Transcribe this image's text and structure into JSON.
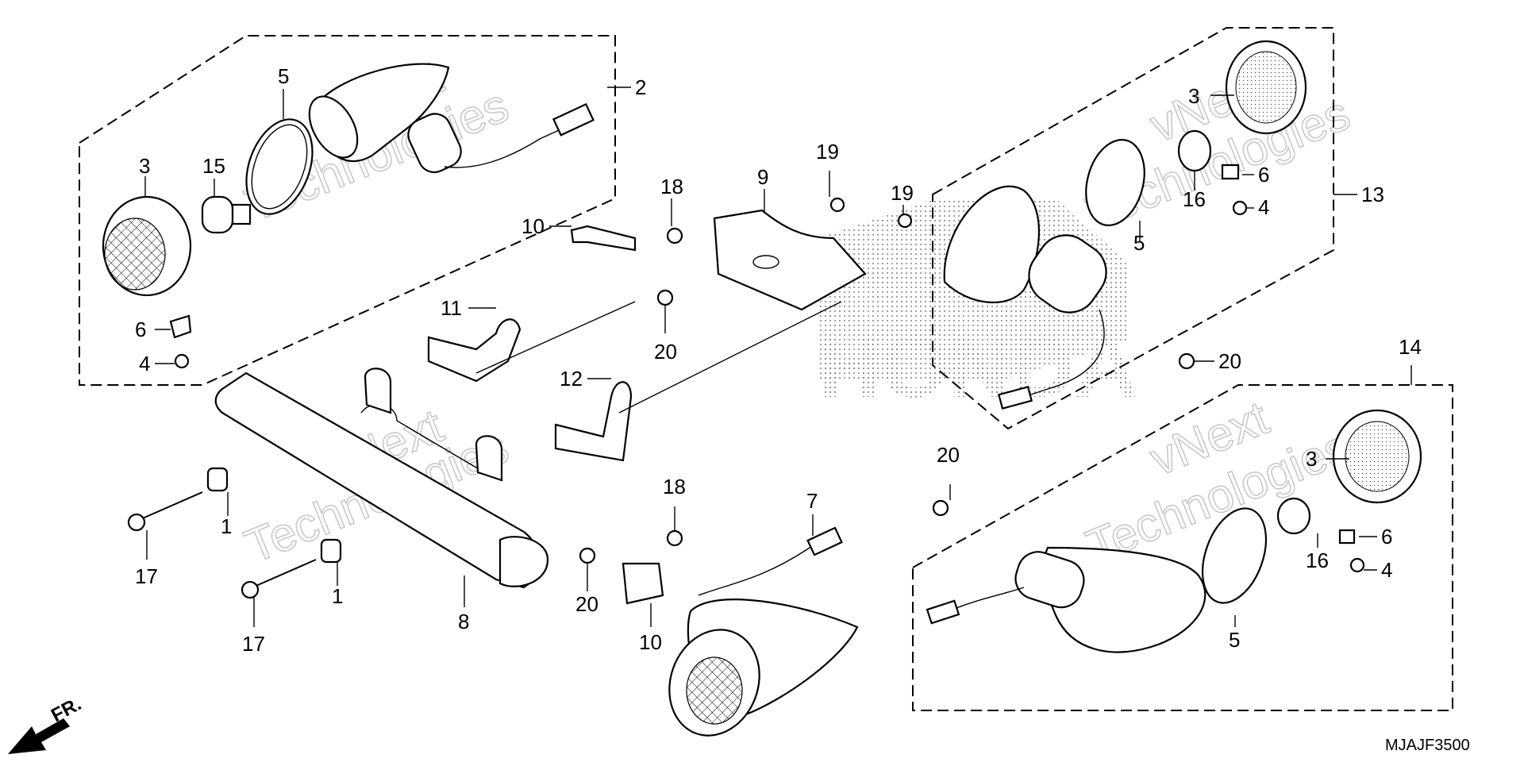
{
  "diagram_code": "MJAJF3500",
  "direction_label": "FR.",
  "watermark": {
    "line1": "vNext",
    "line2": "Technologies"
  },
  "background_mark": "HONDA",
  "callouts": {
    "c_2": "2",
    "c_5a": "5",
    "c_3a": "3",
    "c_15": "15",
    "c_6a": "6",
    "c_4a": "4",
    "c_18a": "18",
    "c_10a": "10",
    "c_11": "11",
    "c_20a": "20",
    "c_9": "9",
    "c_19a": "19",
    "c_19b": "19",
    "c_12": "12",
    "c_1a": "1",
    "c_1b": "1",
    "c_17a": "17",
    "c_17b": "17",
    "c_8": "8",
    "c_18b": "18",
    "c_20b": "20",
    "c_10b": "10",
    "c_7": "7",
    "c_3b": "3",
    "c_16a": "16",
    "c_6b": "6",
    "c_4b": "4",
    "c_13": "13",
    "c_5b": "5",
    "c_20c": "20",
    "c_14": "14",
    "c_20d": "20",
    "c_3c": "3",
    "c_6c": "6",
    "c_16b": "16",
    "c_4c": "4",
    "c_5c": "5"
  }
}
